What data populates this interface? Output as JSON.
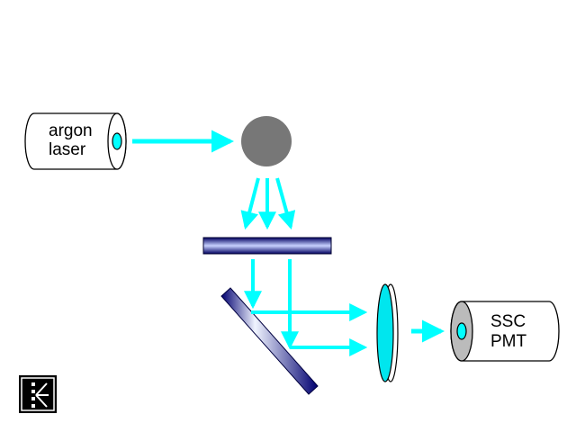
{
  "diagram": {
    "laser": {
      "line1": "argon",
      "line2": "laser"
    },
    "detector": {
      "line1": "SSC",
      "line2": "PMT"
    }
  },
  "colors": {
    "beam": "#00ffff",
    "beam_dark": "#00cccc",
    "particle": "#777777",
    "filter_blue": "#000080",
    "lens_cyan": "#00e6ee",
    "detector_window": "#bbbbbb"
  },
  "icons": [
    "laser-source-icon",
    "particle-icon",
    "beamsplitter-icon",
    "dichroic-mirror-icon",
    "lens-icon",
    "detector-pmt-icon",
    "logo-icon"
  ]
}
